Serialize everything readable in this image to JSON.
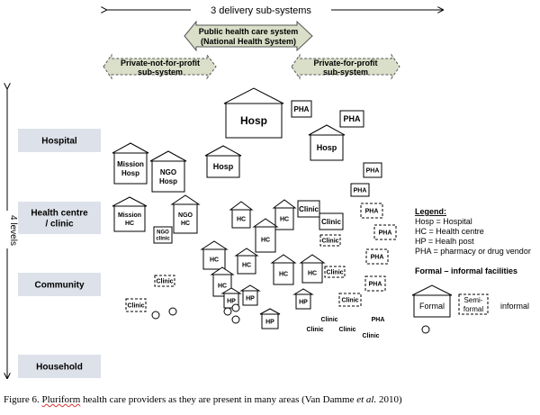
{
  "top_span_label": "3 delivery sub-systems",
  "subsystems": {
    "public": [
      "Public health care system",
      "(National Health System)"
    ],
    "private_nfp": [
      "Private-not-for-profit",
      "sub-system"
    ],
    "private_fp": [
      "Private-for-profit",
      "sub-system"
    ]
  },
  "levels_label": "4 levels",
  "levels": [
    {
      "label": [
        "Hospital"
      ]
    },
    {
      "label": [
        "Health centre",
        "/ clinic"
      ]
    },
    {
      "label": [
        "Community"
      ]
    },
    {
      "label": [
        "Household"
      ]
    }
  ],
  "buildings": [
    {
      "text": [
        "Hosp"
      ],
      "size": "big"
    },
    {
      "text": [
        "Hosp"
      ],
      "size": "mid"
    },
    {
      "text": [
        "Hosp"
      ],
      "size": "mid"
    },
    {
      "text": [
        "Mission",
        "Hosp"
      ],
      "size": "mid"
    },
    {
      "text": [
        "NGO",
        "Hosp"
      ],
      "size": "mid"
    },
    {
      "text": [
        "Mission",
        "HC"
      ],
      "size": "small"
    },
    {
      "text": [
        "NGO",
        "HC"
      ],
      "size": "small"
    },
    {
      "text": [
        "HC"
      ]
    },
    {
      "text": [
        "HC"
      ]
    },
    {
      "text": [
        "HC"
      ]
    },
    {
      "text": [
        "HC"
      ]
    },
    {
      "text": [
        "HC"
      ]
    },
    {
      "text": [
        "HC"
      ]
    },
    {
      "text": [
        "HC"
      ]
    },
    {
      "text": [
        "HC"
      ]
    },
    {
      "text": [
        "HP"
      ]
    },
    {
      "text": [
        "HP"
      ]
    },
    {
      "text": [
        "HP"
      ]
    },
    {
      "text": [
        "HP"
      ]
    }
  ],
  "boxes": [
    {
      "text": [
        "PHA"
      ],
      "style": "solid"
    },
    {
      "text": [
        "PHA"
      ],
      "style": "solid"
    },
    {
      "text": [
        "PHA"
      ],
      "style": "solid"
    },
    {
      "text": [
        "PHA"
      ],
      "style": "solid"
    },
    {
      "text": [
        "NGO",
        "clinic"
      ],
      "style": "solid"
    },
    {
      "text": [
        "Clinic"
      ],
      "style": "solid"
    },
    {
      "text": [
        "Clinic"
      ],
      "style": "solid"
    },
    {
      "text": [
        "PHA"
      ],
      "style": "dashed"
    },
    {
      "text": [
        "PHA"
      ],
      "style": "dashed"
    },
    {
      "text": [
        "PHA"
      ],
      "style": "dashed"
    },
    {
      "text": [
        "PHA"
      ],
      "style": "dashed"
    },
    {
      "text": [
        "Clinic"
      ],
      "style": "dashed"
    },
    {
      "text": [
        "Clinic"
      ],
      "style": "dashed"
    },
    {
      "text": [
        "Clinic"
      ],
      "style": "dashed"
    },
    {
      "text": [
        "Clinic"
      ],
      "style": "dashed"
    },
    {
      "text": [
        "Clinic"
      ],
      "style": "dashed"
    }
  ],
  "informal_labels": [
    "Clinic",
    "PHA",
    "Clinic",
    "Clinic",
    "Clinic"
  ],
  "legend": {
    "title": "Legend:",
    "items": [
      "Hosp = Hospital",
      "HC    = Health centre",
      "HP    = Healh post",
      "PHA  = pharmacy or drug vendor"
    ],
    "facilities_title": "Formal – informal facilities",
    "formal": "Formal",
    "semi_formal": [
      "Semi-",
      "formal"
    ],
    "informal": "informal"
  },
  "caption": {
    "lead": "Figure 6. ",
    "underlined": "Pluriform",
    "rest": " health care providers as they are present in many areas (Van Damme ",
    "etal": "et al.",
    "year": " 2010)"
  }
}
